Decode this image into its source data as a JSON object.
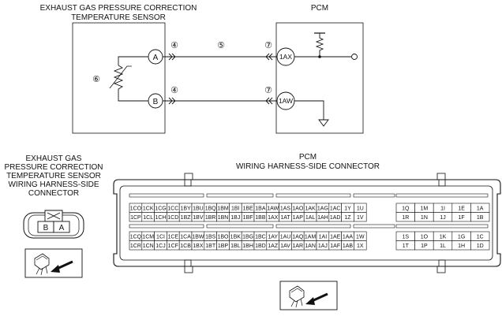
{
  "sensor": {
    "title_line1": "EXHAUST GAS PRESSURE CORRECTION",
    "title_line2": "TEMPERATURE SENSOR",
    "terminal_a": "A",
    "terminal_b": "B",
    "callout_resistor": "⑥"
  },
  "pcm": {
    "title": "PCM",
    "terminal_1ax": "1AX",
    "terminal_1aw": "1AW"
  },
  "wires": {
    "callout_sensor_top": "④",
    "callout_sensor_bottom": "④",
    "callout_harness": "⑤",
    "callout_pcm_top": "⑦",
    "callout_pcm_bottom": "⑦"
  },
  "sensor_connector": {
    "title_lines": [
      "EXHAUST GAS",
      "PRESSURE CORRECTION",
      "TEMPERATURE SENSOR",
      "WIRING HARNESS-SIDE",
      "CONNECTOR"
    ],
    "pins": [
      "B",
      "A"
    ]
  },
  "pcm_connector": {
    "title_line1": "PCM",
    "title_line2": "WIRING HARNESS-SIDE CONNECTOR",
    "top_row1": [
      "1CO",
      "1CK",
      "1CG",
      "1CC",
      "1BY",
      "1BU",
      "1BQ",
      "1BM",
      "1BI",
      "1BE",
      "1BA",
      "1AW",
      "1AS",
      "1AO",
      "1AK",
      "1AG",
      "1AC",
      "1Y",
      "1U"
    ],
    "top_row2": [
      "1CP",
      "1CL",
      "1CH",
      "1CD",
      "1BZ",
      "1BV",
      "1BR",
      "1BN",
      "1BJ",
      "1BF",
      "1BB",
      "1AX",
      "1AT",
      "1AP",
      "1AL",
      "1AH",
      "1AD",
      "1Z",
      "1V"
    ],
    "top_small_row1": [
      "1Q",
      "1M",
      "1I",
      "1E",
      "1A"
    ],
    "top_small_row2": [
      "1R",
      "1N",
      "1J",
      "1F",
      "1B"
    ],
    "bottom_row1": [
      "1CQ",
      "1CM",
      "1CI",
      "1CE",
      "1CA",
      "1BW",
      "1BS",
      "1BO",
      "1BK",
      "1BG",
      "1BC",
      "1AY",
      "1AU",
      "1AQ",
      "1AM",
      "1AI",
      "1AE",
      "1AA",
      "1W"
    ],
    "bottom_row2": [
      "1CR",
      "1CN",
      "1CJ",
      "1CF",
      "1CB",
      "1BX",
      "1BT",
      "1BP",
      "1BL",
      "1BH",
      "1BD",
      "1AZ",
      "1AV",
      "1AR",
      "1AN",
      "1AJ",
      "1AF",
      "1AB",
      "1X"
    ],
    "bottom_small_row1": [
      "1S",
      "1O",
      "1K",
      "1G",
      "1C"
    ],
    "bottom_small_row2": [
      "1T",
      "1P",
      "1L",
      "1H",
      "1D"
    ]
  },
  "colors": {
    "line": "#111111",
    "background": "#ffffff"
  }
}
